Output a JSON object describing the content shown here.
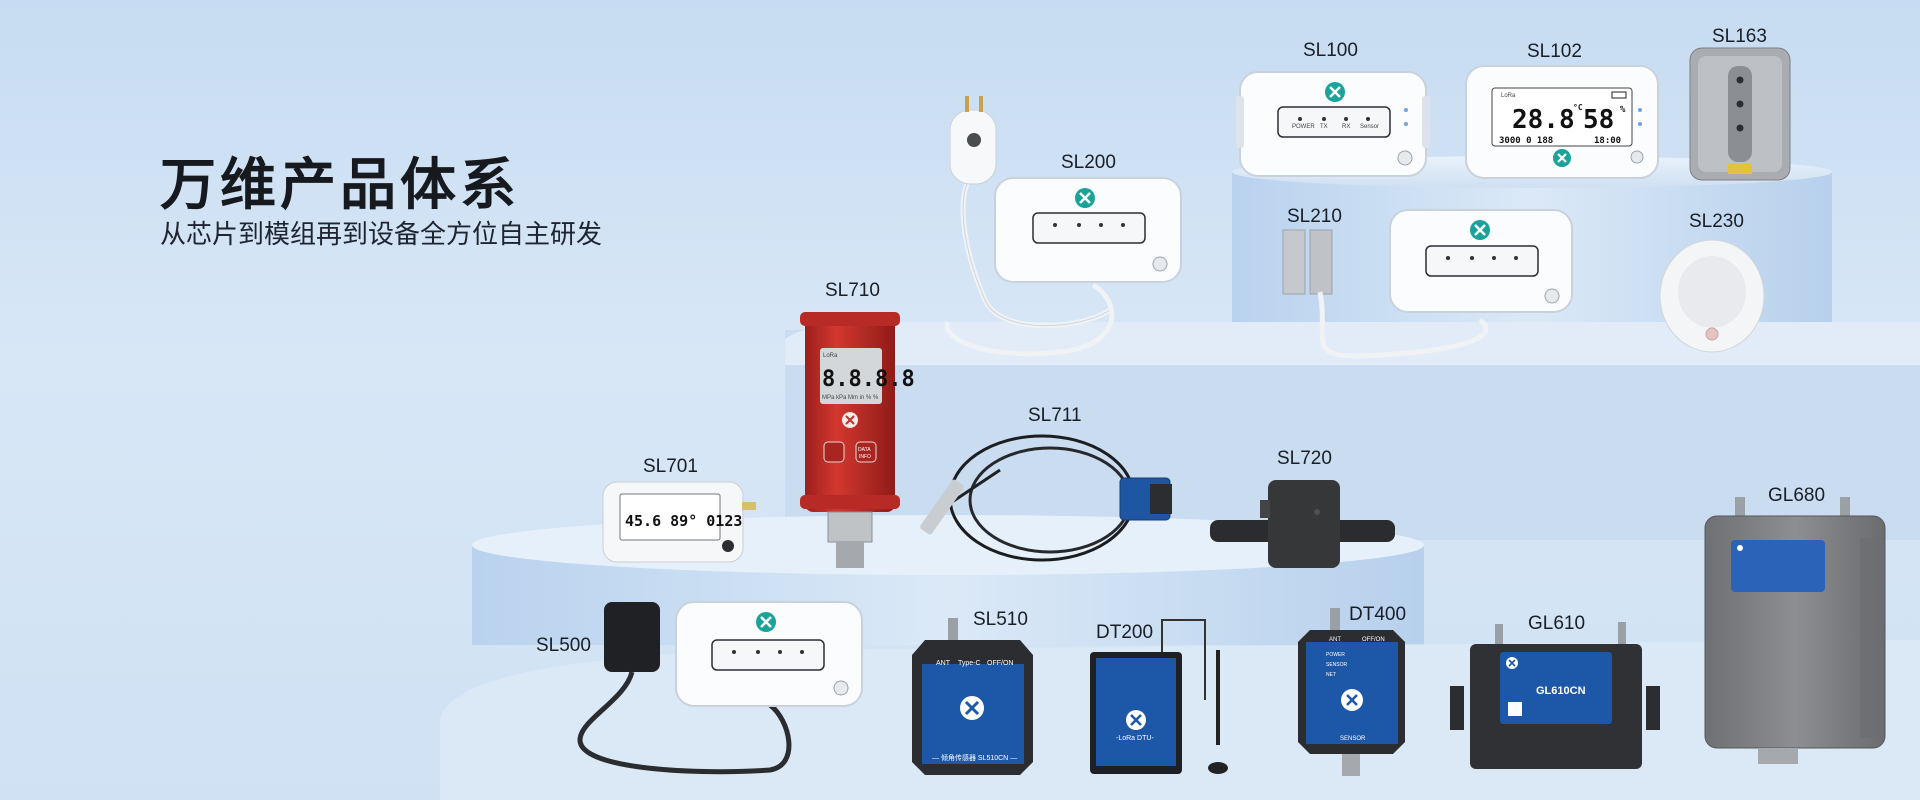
{
  "hero": {
    "title": "万维产品体系",
    "subtitle": "从芯片到模组再到设备全方位自主研发"
  },
  "colors": {
    "brand_teal": "#1aa39a",
    "device_red": "#c7302a",
    "device_blue": "#1d57a8",
    "device_gray": "#7d7f82"
  },
  "products": {
    "sl100": "SL100",
    "sl102": "SL102",
    "sl163": "SL163",
    "sl200": "SL200",
    "sl210": "SL210",
    "sl230": "SL230",
    "sl710": "SL710",
    "sl711": "SL711",
    "sl701": "SL701",
    "sl720": "SL720",
    "gl680": "GL680",
    "sl500": "SL500",
    "sl510": "SL510",
    "dt200": "DT200",
    "dt400": "DT400",
    "gl610": "GL610"
  },
  "device_text": {
    "led_power": "POWER",
    "led_tx": "TX",
    "led_rx": "RX",
    "led_sensor": "Sensor",
    "sl102_temp": "28.8",
    "sl102_temp_unit": "°C",
    "sl102_humidity": "58",
    "sl102_humidity_unit": "%",
    "sl102_counter": "3000 0 188",
    "sl102_time": "18:00",
    "sl102_lora": "LoRa",
    "sl710_lora": "LoRa",
    "sl710_digits": "8.8.8.8",
    "sl710_units": "MPa kPa Mm in % %",
    "sl710_btn_data": "DATA",
    "sl710_btn_info": "INFO",
    "sl701_reading": "45.6  89°  0123",
    "sl510_ant": "ANT",
    "sl510_typec": "Type-C",
    "sl510_onoff": "OFF/ON",
    "sl510_footer": "— 倾角传感器 SL510CN —",
    "dt200_brand": "-LoRa DTU-",
    "dt400_ant": "ANT",
    "dt400_onoff": "OFF/ON",
    "dt400_power": "POWER",
    "dt400_sensor_led": "SENSOR",
    "dt400_net": "NET",
    "dt400_sensor": "SENSOR",
    "gl610_model": "GL610CN"
  }
}
